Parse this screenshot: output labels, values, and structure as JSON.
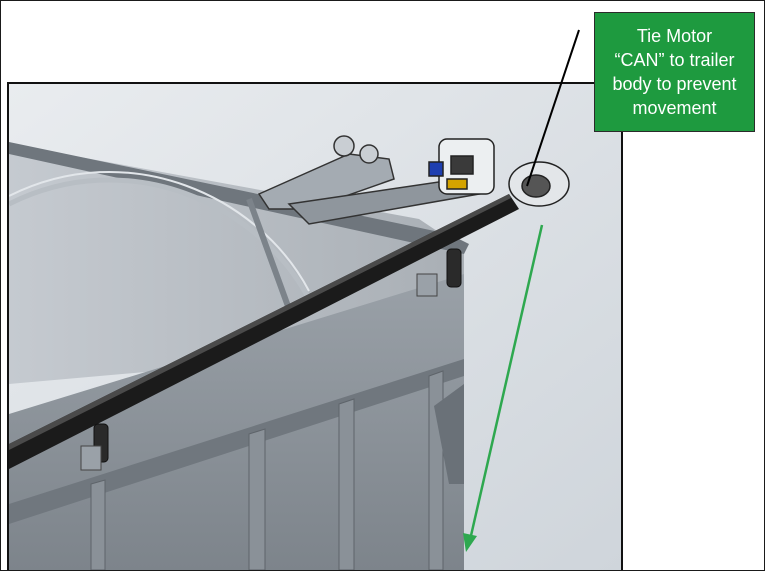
{
  "callout": {
    "lines": [
      "Tie Motor",
      "“CAN” to trailer",
      "body to prevent",
      "movement"
    ],
    "background_color": "#1e9a3f",
    "text_color": "#ffffff"
  },
  "colors": {
    "leader_line": "#000000",
    "direction_arrow": "#2ea84f",
    "trailer_panel": "#8e959c",
    "roller_tube": "#1b1b1b"
  }
}
